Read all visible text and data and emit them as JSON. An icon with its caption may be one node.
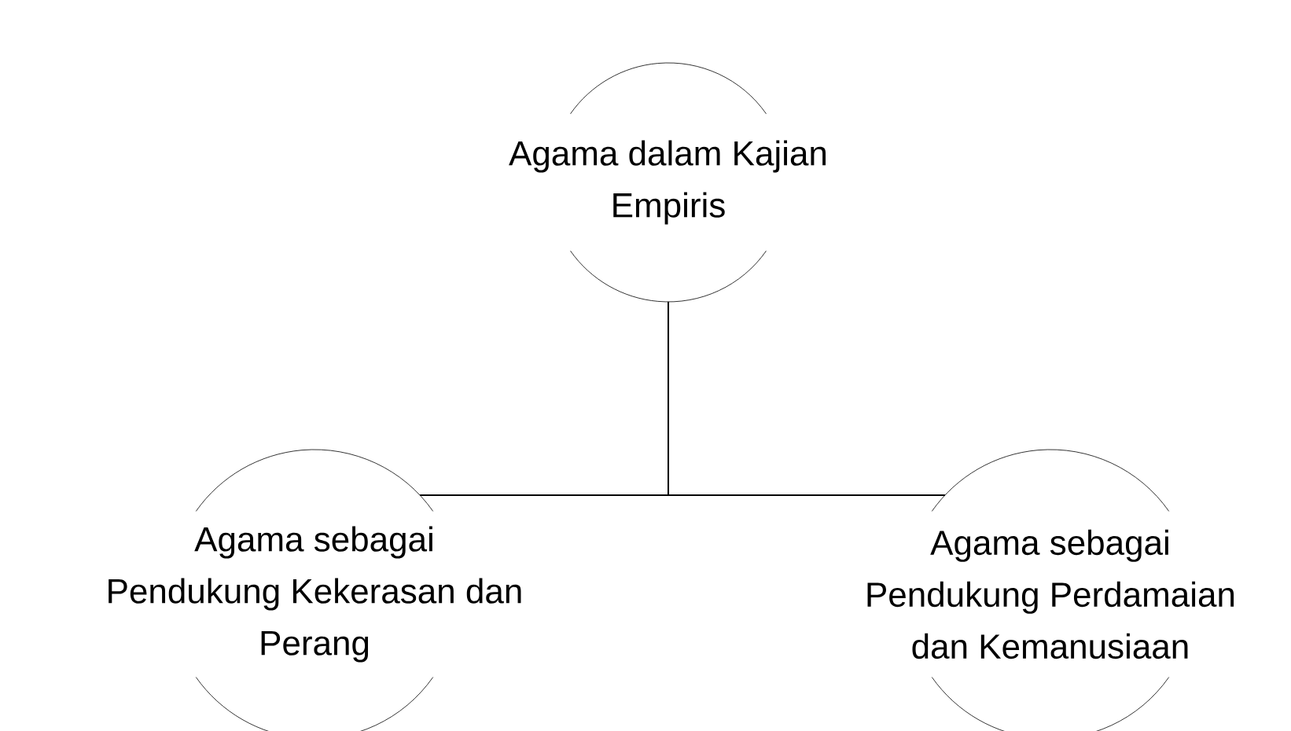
{
  "diagram": {
    "nodes": [
      {
        "text": [
          "Agama dalam Kajian Empiris"
        ]
      },
      {
        "text": [
          "Agama sebagai Pendukung Kekerasan dan Perang"
        ]
      },
      {
        "text": [
          "Agama sebagai Pendukung Perdamaian dan Kemanusiaan"
        ]
      }
    ],
    "edges": [
      {
        "from": 0,
        "to": 1,
        "arrow": "none"
      },
      {
        "from": 0,
        "to": 2,
        "arrow": "none"
      }
    ]
  }
}
